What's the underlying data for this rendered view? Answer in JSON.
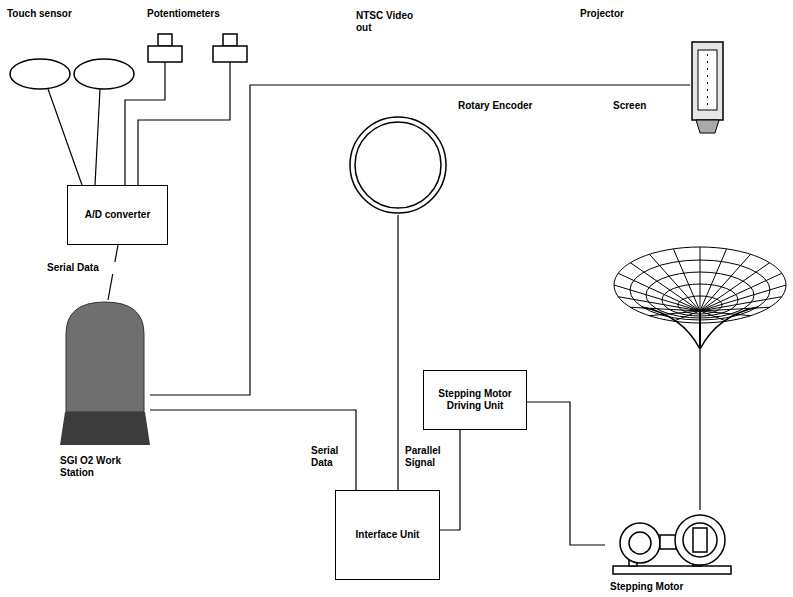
{
  "diagram": {
    "nodes": [
      {
        "text": [
          "Projector"
        ]
      },
      {
        "text": [
          "A/D converter"
        ]
      },
      {
        "text": [
          "Rotary Encoder"
        ]
      },
      {
        "text": [
          "Screen"
        ]
      },
      {
        "text": [
          "Stepping Motor Driving Unit"
        ]
      },
      {
        "text": [
          "SGI O2 Work Station"
        ]
      },
      {
        "text": [
          "Interface Unit"
        ]
      },
      {
        "text": [
          "Stepping Motor"
        ]
      }
    ],
    "edges": [
      {
        "from": 1,
        "to": 5,
        "label": "Serial Data",
        "arrow": "none"
      },
      {
        "from": 5,
        "to": 0,
        "label": "NTSC Video out",
        "arrow": "none"
      },
      {
        "from": 5,
        "to": 6,
        "label": "Serial Data",
        "arrow": "none"
      },
      {
        "from": 2,
        "to": 6,
        "label": "Parallel Signal",
        "arrow": "none"
      },
      {
        "from": 6,
        "to": 4,
        "arrow": "none"
      },
      {
        "from": 4,
        "to": 7,
        "arrow": "none"
      },
      {
        "from": 7,
        "to": 3,
        "arrow": "none"
      }
    ],
    "labels": [
      "Touch sensor",
      "Potentiometers"
    ]
  }
}
